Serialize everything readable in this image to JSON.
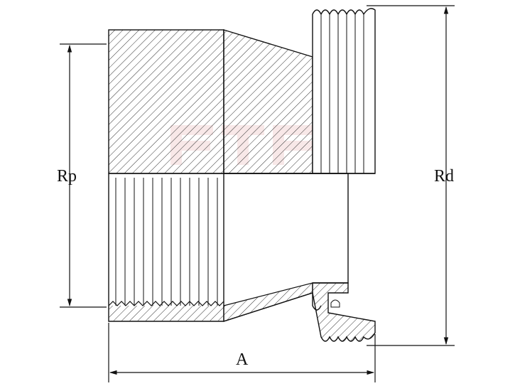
{
  "drawing": {
    "dimensions": {
      "rp_label": "Rp",
      "rd_label": "Rd",
      "a_label": "A"
    },
    "colors": {
      "line": "#111111",
      "hatch": "#333333",
      "watermark": "#f3d6d6",
      "background": "#ffffff"
    }
  }
}
